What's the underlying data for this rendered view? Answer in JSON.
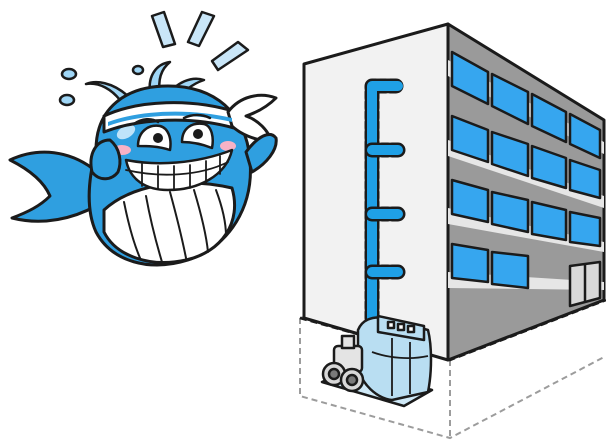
{
  "scene": {
    "subjects": [
      "whale-mascot",
      "office-building",
      "water-pipe",
      "pump-unit",
      "basement-outline"
    ]
  },
  "colors": {
    "whale_body": "#2f9fe0",
    "whale_belly": "#ffffff",
    "headband": "#ffffff",
    "building_front": "#f2f2f2",
    "building_side": "#9a9a9a",
    "windows": "#36a6ef",
    "pipe": "#1fa0e6",
    "pump_body": "#b9def2",
    "outline": "#1b1b1b",
    "dashed_outline": "#9c9c9c"
  }
}
